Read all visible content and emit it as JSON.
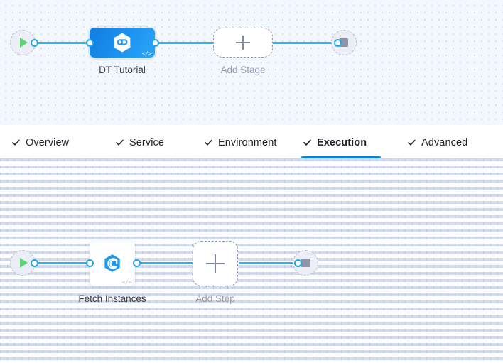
{
  "stage_canvas": {
    "start_node": {
      "name": "pipeline-start",
      "icon": "play-icon"
    },
    "stage": {
      "label": "DT Tutorial",
      "icon": "harness-hexagon-icon",
      "code_glyph": "</>",
      "color": "#1e93f0"
    },
    "add_stage": {
      "label": "Add Stage",
      "icon": "plus-icon"
    },
    "end_node": {
      "name": "pipeline-end",
      "icon": "stop-icon"
    },
    "grid": "dots",
    "background": "#f2f8fd",
    "link_color": "#29b5e8"
  },
  "tabs": {
    "items": [
      {
        "label": "Overview",
        "check": "check-icon",
        "active": false
      },
      {
        "label": "Service",
        "check": "check-icon",
        "active": false
      },
      {
        "label": "Environment",
        "check": "check-icon",
        "active": false
      },
      {
        "label": "Execution",
        "check": "check-icon",
        "active": true
      },
      {
        "label": "Advanced",
        "check": "check-icon",
        "active": false
      }
    ],
    "active_underline_color": "#0b7fd4"
  },
  "step_canvas": {
    "start_node": {
      "name": "execution-start",
      "icon": "play-icon"
    },
    "step": {
      "label": "Fetch Instances",
      "icon": "elastigroup-hexagon-icon",
      "code_glyph": "</>"
    },
    "add_step": {
      "label": "Add Step",
      "icon": "plus-icon"
    },
    "end_node": {
      "name": "execution-end",
      "icon": "stop-icon"
    },
    "grid": "vertical-dashed",
    "background": "#fdfdff",
    "link_color": "#29b5e8"
  }
}
